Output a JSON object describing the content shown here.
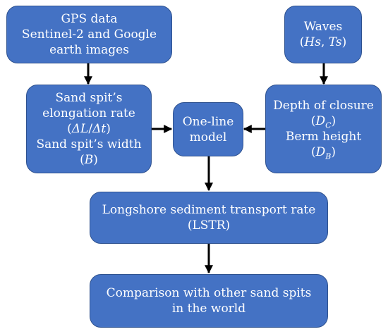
{
  "colors": {
    "box_fill": "#4472c4",
    "box_border": "#2f528f",
    "text": "#ffffff",
    "arrow": "#000000"
  },
  "boxes": {
    "gps": {
      "line1": "GPS data",
      "line2": "Sentinel-2 and Google",
      "line3": "earth images"
    },
    "waves": {
      "line1": "Waves",
      "open": "(",
      "hs": "Hs",
      "sep": ", ",
      "ts": "Ts",
      "close": ")"
    },
    "spit": {
      "line1": "Sand spit’s",
      "line2": "elongation rate",
      "rate_open": "(",
      "rate_num": "ΔL",
      "rate_slash": "/",
      "rate_den": "Δt",
      "rate_close": ")",
      "line4": "Sand spit’s width",
      "b_open": "(",
      "b_sym": "B",
      "b_close": ")"
    },
    "model": {
      "line1": "One-line",
      "line2": "model"
    },
    "closure": {
      "line1": "Depth of closure",
      "dc_open": "(",
      "dc_sym": "D",
      "dc_sub": "C",
      "dc_close": ")",
      "line3": "Berm height",
      "db_open": "(",
      "db_sym": "D",
      "db_sub": "B",
      "db_close": ")"
    },
    "lstr": {
      "line1": "Longshore sediment transport rate",
      "line2": "(LSTR)"
    },
    "comparison": {
      "line1": "Comparison with other sand spits",
      "line2": "in the world"
    }
  }
}
